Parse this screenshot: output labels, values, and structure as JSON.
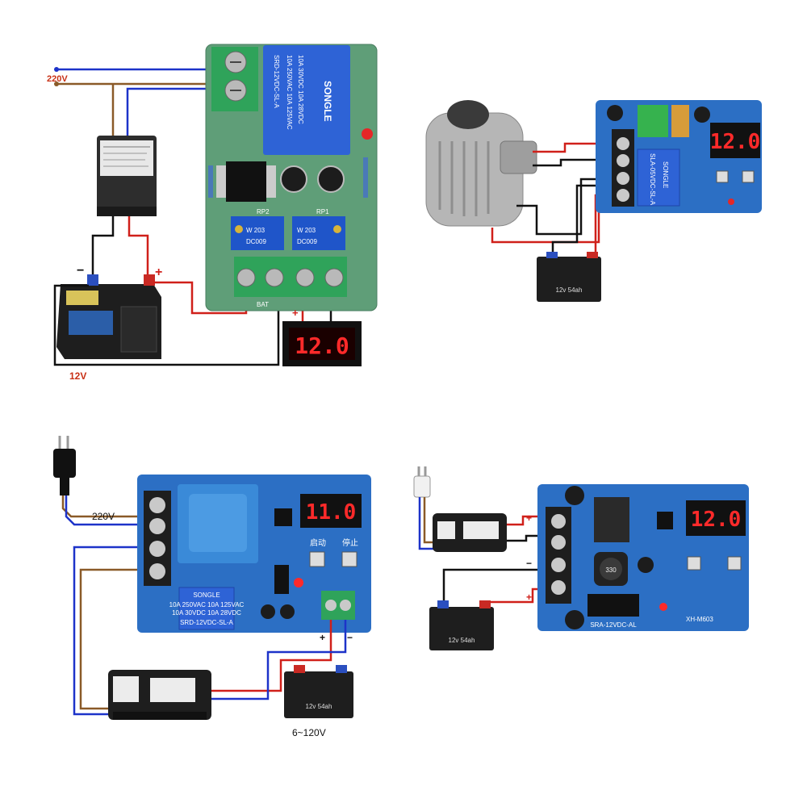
{
  "colors": {
    "wire_red": "#d0201a",
    "wire_blue": "#1d33c9",
    "wire_brown": "#8a5a28",
    "wire_black": "#111111",
    "pcb_green": "#5f9e78",
    "pcb_blue": "#2c6fc4",
    "relay_blue": "#2e63d6",
    "terminal_green": "#2fa35a",
    "display_red": "#ff2a2a"
  },
  "panel1": {
    "mains_label": "220V",
    "battery_label": "12V",
    "plus_mark": "+",
    "minus_mark": "−",
    "display_value": "12.0",
    "relay_brand": "SONGLE",
    "relay_lines": [
      "SRD-12VDC-SL-A",
      "10A 250VAC 10A 125VAC",
      "10A 30VDC 10A 28VDC"
    ],
    "pot1_label": "RP1",
    "pot2_label": "RP2",
    "pot_code": "W 203",
    "pot_code2": "DC009",
    "terminal_label_bat": "BAT",
    "terminal_label_plus": "+",
    "battery_plus": "+",
    "battery_minus": "−"
  },
  "panel2": {
    "display_value": "12.0",
    "relay_brand": "SONGLE",
    "relay_model": "SLA-05VDC-SL-A",
    "battery_label": "12v 54ah"
  },
  "panel3": {
    "mains_label": "220V",
    "voltage_range": "6~120V",
    "display_value": "11.0",
    "start_label": "启动",
    "stop_label": "停止",
    "relay_brand": "SONGLE",
    "relay_lines": [
      "10A 250VAC 10A 125VAC",
      "10A 30VDC 10A 28VDC",
      "SRD-12VDC-SL-A"
    ],
    "plus_mark": "+",
    "minus_mark": "−",
    "battery_label": "12v 54ah"
  },
  "panel4": {
    "display_value": "12.0",
    "inductor_label": "330",
    "relay_model": "SRA-12VDC-AL",
    "board_label": "XH-M603",
    "plus_mark": "+",
    "minus_mark": "−",
    "battery_label": "12v 54ah"
  }
}
